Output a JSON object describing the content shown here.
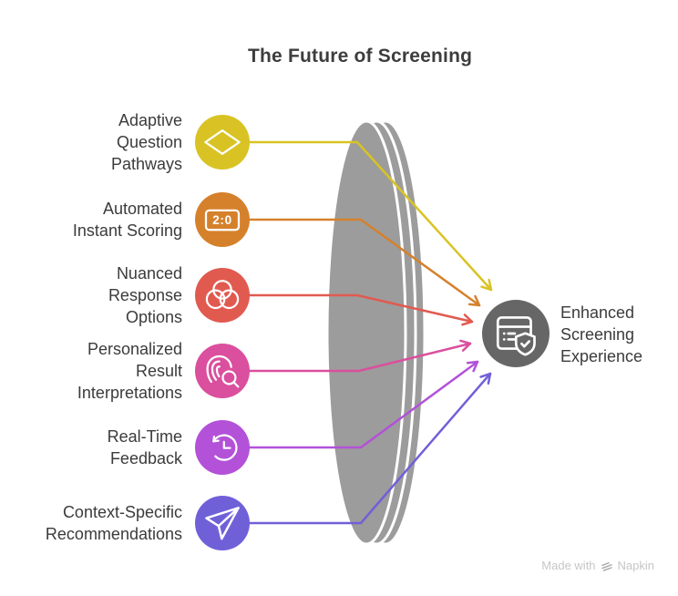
{
  "title": "The Future of Screening",
  "items": [
    {
      "label": "Adaptive\nQuestion\nPathways",
      "icon": "diamond-icon",
      "color": "#d9c324"
    },
    {
      "label": "Automated\nInstant Scoring",
      "icon": "scoreboard-icon",
      "icon_text": "2:0",
      "color": "#d5812c"
    },
    {
      "label": "Nuanced\nResponse\nOptions",
      "icon": "venn-diagram-icon",
      "color": "#e15a50"
    },
    {
      "label": "Personalized\nResult\nInterpretations",
      "icon": "fingerprint-search-icon",
      "color": "#da4f9e"
    },
    {
      "label": "Real-Time\nFeedback",
      "icon": "history-clock-icon",
      "color": "#b351d8"
    },
    {
      "label": "Context-Specific\nRecommendations",
      "icon": "send-icon",
      "color": "#7060d8"
    }
  ],
  "result": {
    "label": "Enhanced\nScreening\nExperience",
    "icon": "report-shield-icon",
    "color": "#666666"
  },
  "lens": {
    "color": "#9c9c9c"
  },
  "watermark": {
    "prefix": "Made with",
    "brand": "Napkin"
  }
}
